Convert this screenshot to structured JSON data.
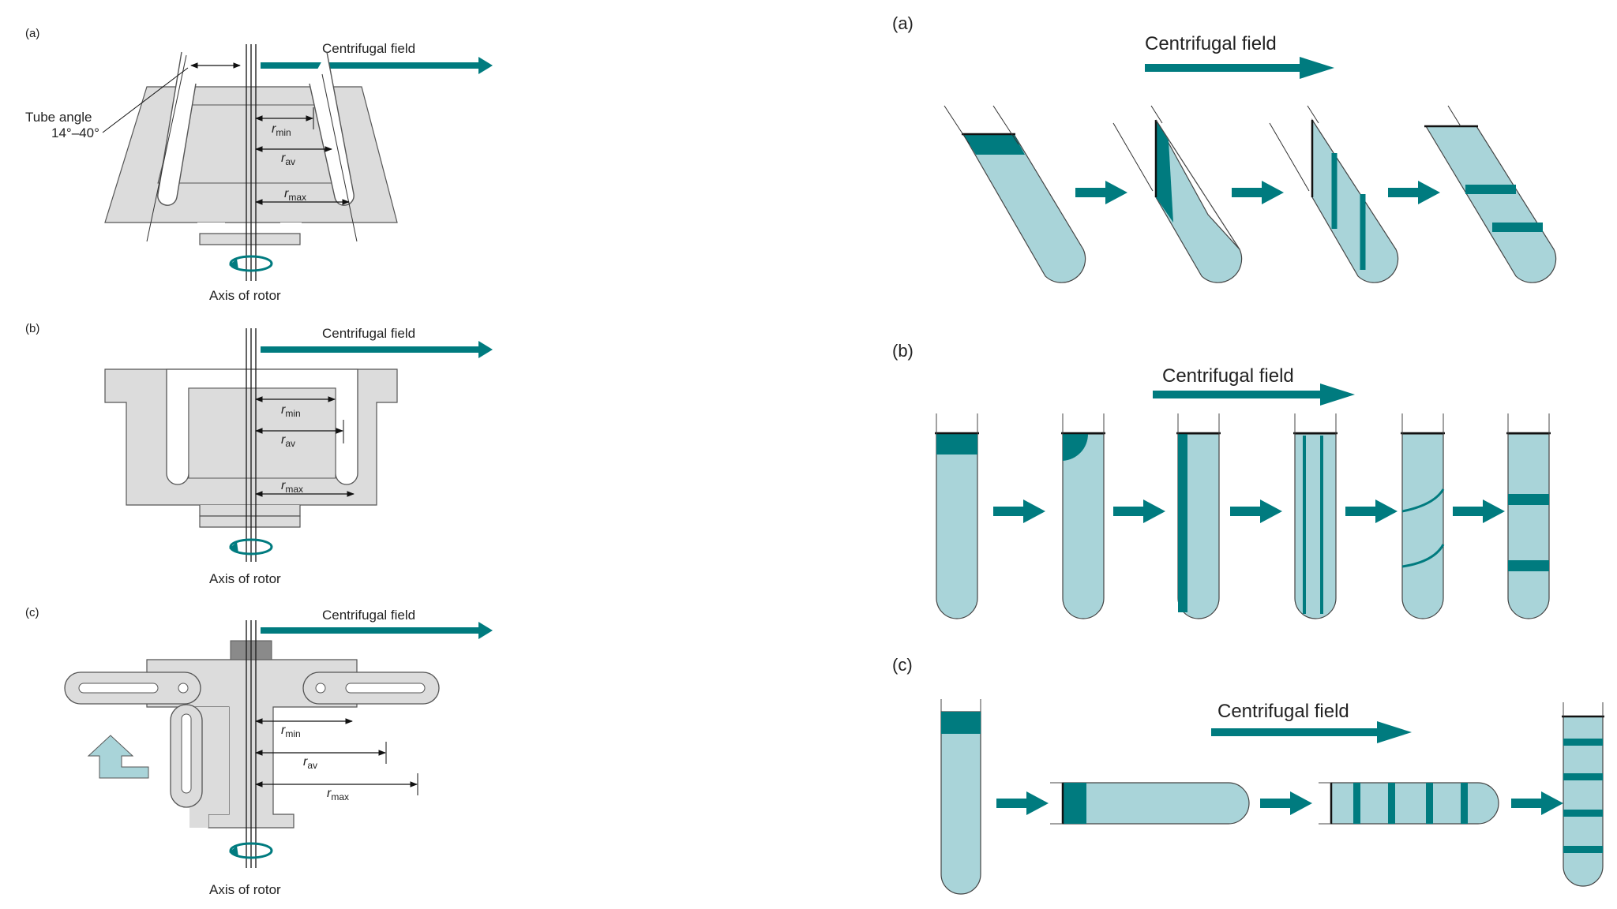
{
  "left": {
    "panels": [
      {
        "label": "(a)",
        "field": "Centrifugal field",
        "axis": "Axis of rotor",
        "tube_angle_title": "Tube angle",
        "tube_angle_range": "14°–40°",
        "r_labels": [
          "r",
          "r",
          "r"
        ],
        "r_subs": [
          "min",
          "av",
          "max"
        ]
      },
      {
        "label": "(b)",
        "field": "Centrifugal field",
        "axis": "Axis of rotor",
        "r_labels": [
          "r",
          "r",
          "r"
        ],
        "r_subs": [
          "min",
          "av",
          "max"
        ]
      },
      {
        "label": "(c)",
        "field": "Centrifugal field",
        "axis": "Axis of rotor",
        "r_labels": [
          "r",
          "r",
          "r"
        ],
        "r_subs": [
          "min",
          "av",
          "max"
        ]
      }
    ]
  },
  "right": {
    "panels": [
      {
        "label": "(a)",
        "field": "Centrifugal field"
      },
      {
        "label": "(b)",
        "field": "Centrifugal field"
      },
      {
        "label": "(c)",
        "field": "Centrifugal field"
      }
    ]
  },
  "colors": {
    "teal": "#007b7f",
    "tube_fill": "#a9d4d9",
    "rotor_fill": "#dcdcdc",
    "rotor_stroke": "#555555",
    "dark_block": "#8a8a8a",
    "light_arrow": "#a9d4d9"
  }
}
